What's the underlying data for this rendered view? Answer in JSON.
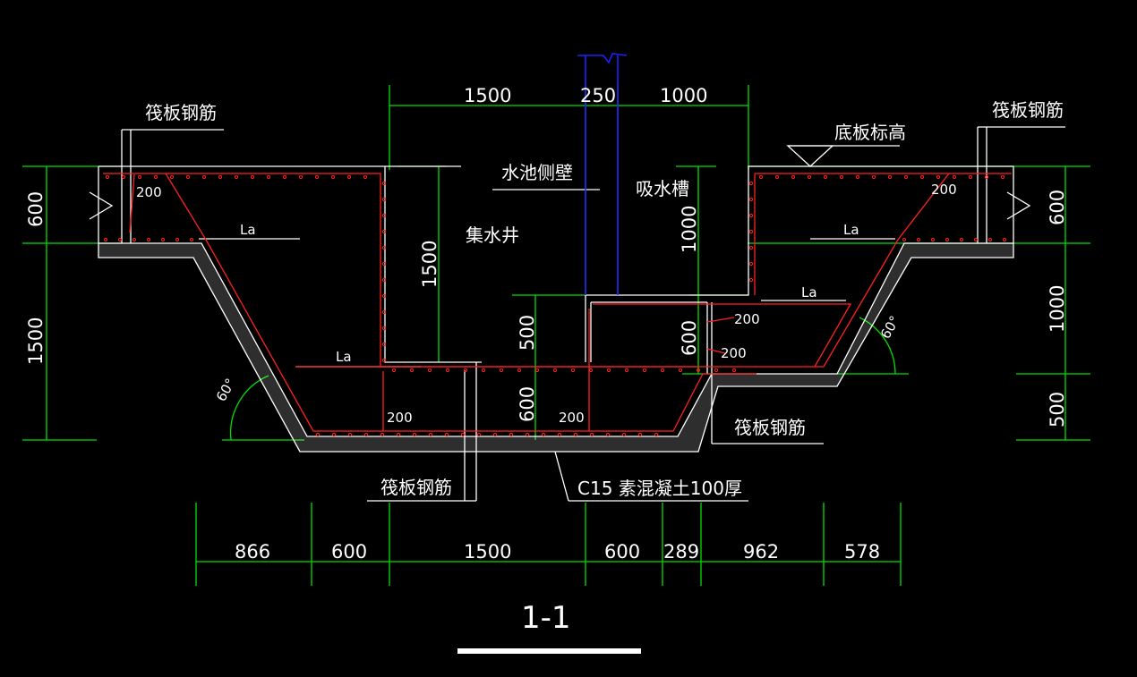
{
  "labels": {
    "raft_rebar": "筏板钢筋",
    "wall": "水池侧壁",
    "sump": "集水井",
    "suction_tank": "吸水槽",
    "floor_elev": "底板标高",
    "plain_concrete": "C15 素混凝土100厚",
    "anchor": "La",
    "dim_200": "200",
    "angle_60": "60°",
    "section": "1-1"
  },
  "dims": {
    "top": [
      "1500",
      "250",
      "1000"
    ],
    "bottom": [
      "866",
      "600",
      "1500",
      "600",
      "289",
      "962",
      "578"
    ],
    "left": [
      "600",
      "1500"
    ],
    "right": [
      "600",
      "1000",
      "500"
    ],
    "inner": [
      "1500",
      "500",
      "600",
      "1000",
      "600"
    ]
  },
  "colors": {
    "dimension": "#00e000",
    "outline": "#ffffff",
    "rebar": "#ff2020",
    "wall_axis": "#2020ff",
    "background": "#000000"
  }
}
